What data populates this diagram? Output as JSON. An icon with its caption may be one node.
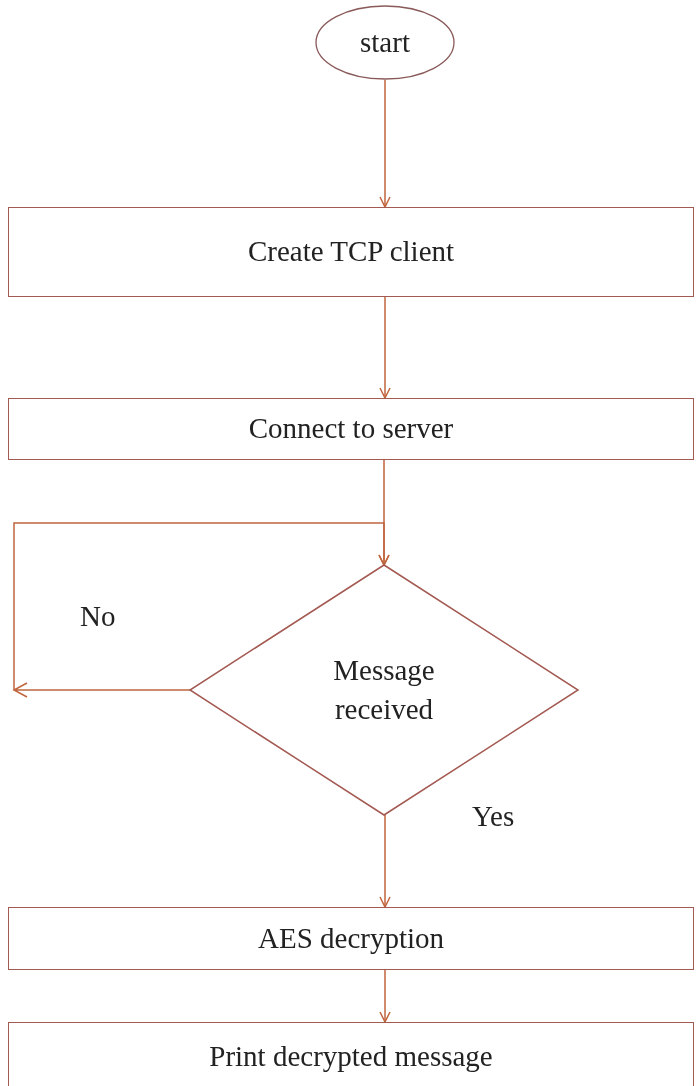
{
  "diagram": {
    "nodes": [
      {
        "text": [
          "start"
        ]
      },
      {
        "text": [
          "Create TCP client"
        ]
      },
      {
        "text": [
          "Connect to server"
        ]
      },
      {
        "text": [
          "Message received"
        ]
      },
      {
        "text": [
          "AES decryption"
        ]
      },
      {
        "text": [
          "Print decrypted message"
        ]
      }
    ],
    "edges": [
      {
        "from": 0,
        "to": 1,
        "arrow": "to"
      },
      {
        "from": 1,
        "to": 2,
        "arrow": "to"
      },
      {
        "from": 2,
        "to": 3,
        "arrow": "to"
      },
      {
        "from": 3,
        "to": 3,
        "arrow": "to",
        "label": "No"
      },
      {
        "from": 3,
        "to": 4,
        "arrow": "to",
        "label": "Yes"
      },
      {
        "from": 4,
        "to": 5,
        "arrow": "to"
      }
    ]
  }
}
